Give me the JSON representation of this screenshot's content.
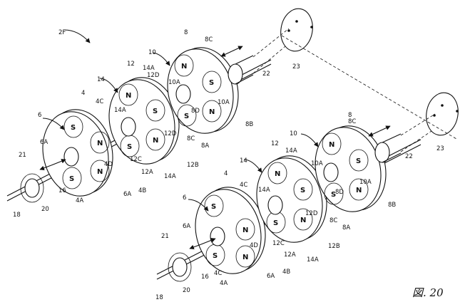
{
  "figure": {
    "caption": "図. 20",
    "assembly_label": "2F"
  },
  "assembly_top": {
    "disc_4": {
      "label": "4",
      "hole_labels": [
        "4C",
        "4D",
        "4A",
        "4B"
      ],
      "poles": [
        "S",
        "N",
        "S",
        "N"
      ]
    },
    "disc_6": {
      "label": "6",
      "labels": [
        "6A",
        "6A"
      ]
    },
    "disc_12": {
      "label": "12",
      "hole_labels": [
        "12C",
        "12D",
        "12A",
        "12B",
        "12D"
      ],
      "poles": [
        "N",
        "S",
        "N",
        "S"
      ]
    },
    "disc_14": {
      "label": "14",
      "labels": [
        "14A",
        "14A",
        "14A"
      ]
    },
    "disc_8": {
      "label": "8",
      "hole_labels": [
        "8C",
        "8D",
        "8C",
        "8A",
        "8B"
      ],
      "poles": [
        "N",
        "S",
        "N",
        "S"
      ]
    },
    "disc_10": {
      "label": "10",
      "labels": [
        "10A",
        "10A"
      ]
    },
    "shaft_labels": [
      "16",
      "18",
      "20",
      "21",
      "22"
    ],
    "target_label": "23"
  },
  "assembly_bottom": {
    "disc_4": {
      "label": "4",
      "hole_labels": [
        "4C",
        "4D",
        "4C",
        "4A",
        "4B"
      ],
      "poles": [
        "S",
        "N",
        "S",
        "N"
      ]
    },
    "disc_6": {
      "label": "6",
      "labels": [
        "6A",
        "6A"
      ]
    },
    "disc_12": {
      "label": "12",
      "hole_labels": [
        "12C",
        "12D",
        "12A",
        "12B"
      ],
      "poles": [
        "N",
        "S",
        "N",
        "S"
      ]
    },
    "disc_14": {
      "label": "14",
      "labels": [
        "14A",
        "14A",
        "14A"
      ]
    },
    "disc_8": {
      "label": "8",
      "hole_labels": [
        "8C",
        "8D",
        "8C",
        "8A",
        "8B"
      ],
      "poles": [
        "N",
        "S",
        "N",
        "S"
      ]
    },
    "disc_10": {
      "label": "10",
      "labels": [
        "10A",
        "10A"
      ]
    },
    "shaft_labels": [
      "16",
      "18",
      "20",
      "21",
      "22"
    ],
    "target_label": "23"
  }
}
